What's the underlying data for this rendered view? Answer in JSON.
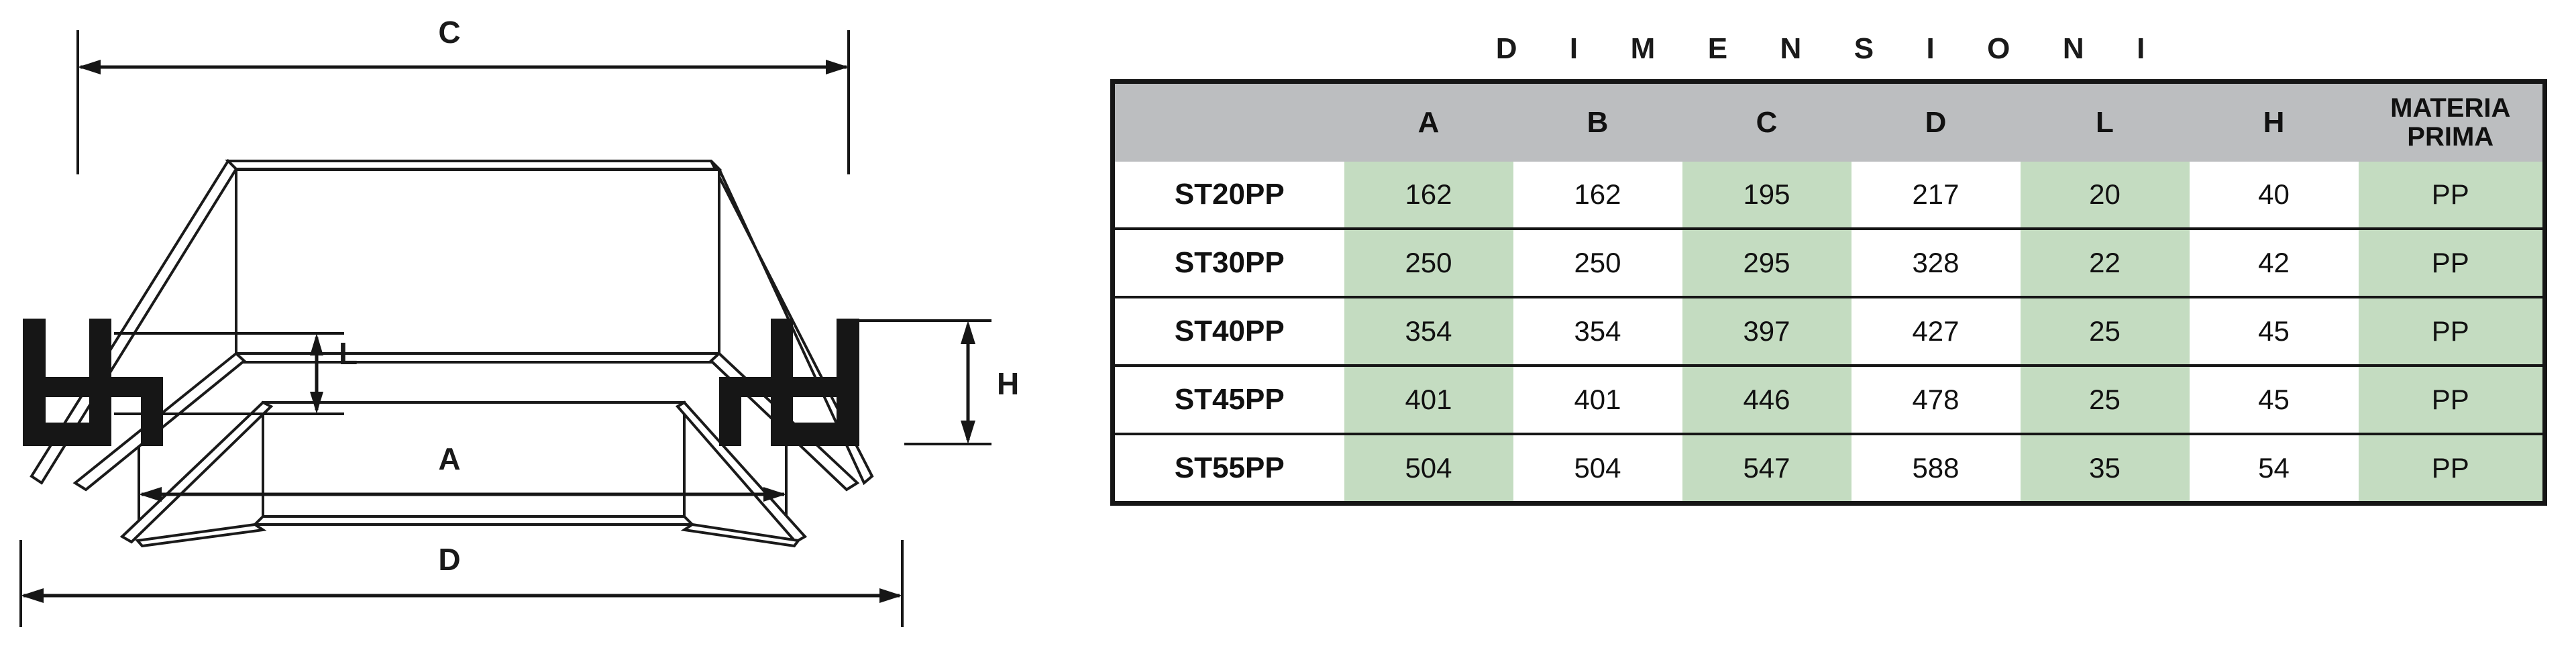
{
  "drawing": {
    "labels": {
      "c": "C",
      "d": "D",
      "a": "A",
      "l": "L",
      "h": "H"
    }
  },
  "table": {
    "title": "D  I  M  E  N  S  I  O  N  I",
    "columns": [
      "",
      "A",
      "B",
      "C",
      "D",
      "L",
      "H",
      "MATERIA PRIMA"
    ],
    "header_material_line1": "MATERIA",
    "header_material_line2": "PRIMA",
    "column_shading": [
      "white",
      "green",
      "white",
      "green",
      "white",
      "green",
      "white",
      "green"
    ],
    "rows": [
      {
        "model": "ST20PP",
        "A": "162",
        "B": "162",
        "C": "195",
        "D": "217",
        "L": "20",
        "H": "40",
        "material": "PP"
      },
      {
        "model": "ST30PP",
        "A": "250",
        "B": "250",
        "C": "295",
        "D": "328",
        "L": "22",
        "H": "42",
        "material": "PP"
      },
      {
        "model": "ST40PP",
        "A": "354",
        "B": "354",
        "C": "397",
        "D": "427",
        "L": "25",
        "H": "45",
        "material": "PP"
      },
      {
        "model": "ST45PP",
        "A": "401",
        "B": "401",
        "C": "446",
        "D": "478",
        "L": "25",
        "H": "45",
        "material": "PP"
      },
      {
        "model": "ST55PP",
        "A": "504",
        "B": "504",
        "C": "547",
        "D": "588",
        "L": "35",
        "H": "54",
        "material": "PP"
      }
    ]
  },
  "colors": {
    "header_gray": "#bcbec0",
    "cell_green": "#c4dcc1",
    "line_black": "#161616",
    "page_white": "#ffffff"
  }
}
